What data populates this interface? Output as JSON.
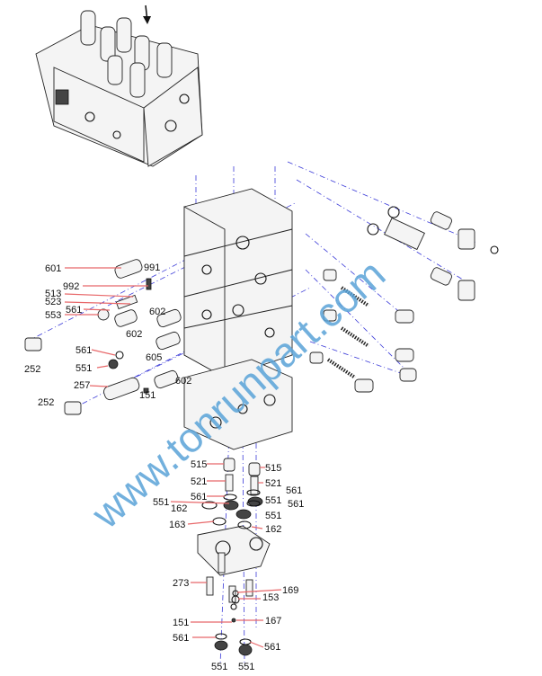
{
  "diagram": {
    "watermark": "www.tonrunpart.com",
    "labels": [
      "601",
      "991",
      "992",
      "513",
      "523",
      "561",
      "553",
      "602",
      "602",
      "561",
      "605",
      "551",
      "257",
      "602",
      "151",
      "252",
      "252",
      "515",
      "515",
      "521",
      "521",
      "561",
      "561",
      "551",
      "551",
      "561",
      "162",
      "551",
      "163",
      "162",
      "273",
      "169",
      "153",
      "151",
      "167",
      "561",
      "561",
      "551",
      "551"
    ]
  }
}
